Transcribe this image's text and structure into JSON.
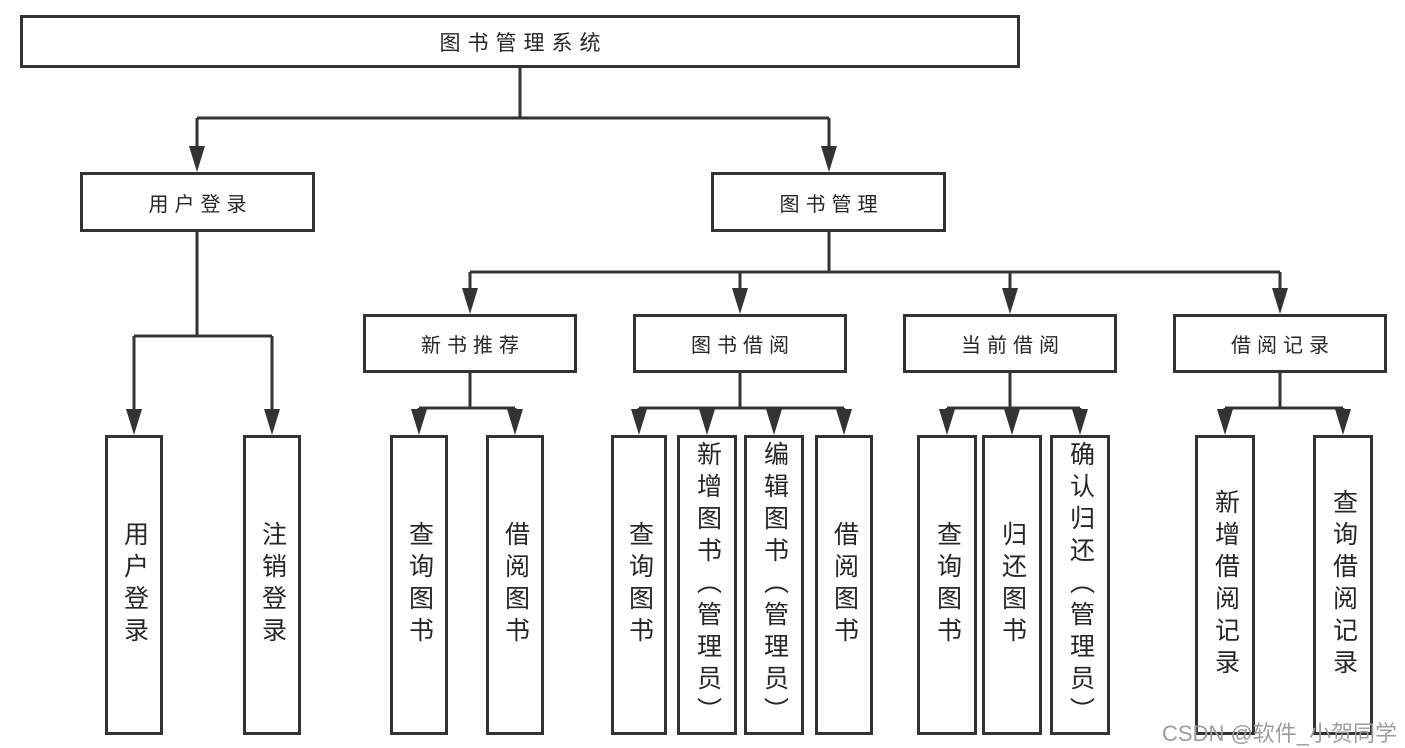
{
  "colors": {
    "line": "#333333",
    "text": "#262626",
    "watermark": "#9d9d9d"
  },
  "diagram": {
    "root": {
      "label": "图书管理系统"
    },
    "level2": [
      {
        "label": "用户登录"
      },
      {
        "label": "图书管理"
      }
    ],
    "level3": [
      {
        "label": "新书推荐"
      },
      {
        "label": "图书借阅"
      },
      {
        "label": "当前借阅"
      },
      {
        "label": "借阅记录"
      }
    ],
    "leaves": {
      "user_login": [
        "用户登录",
        "注销登录"
      ],
      "new_book_recommend": [
        "查询图书",
        "借阅图书"
      ],
      "book_borrow": [
        "查询图书",
        "新增图书（管理员）",
        "编辑图书（管理员）",
        "借阅图书"
      ],
      "current_borrow": [
        "查询图书",
        "归还图书",
        "确认归还（管理员）"
      ],
      "borrow_records": [
        "新增借阅记录",
        "查询借阅记录"
      ]
    }
  },
  "watermark": "CSDN @软件_小贺同学"
}
